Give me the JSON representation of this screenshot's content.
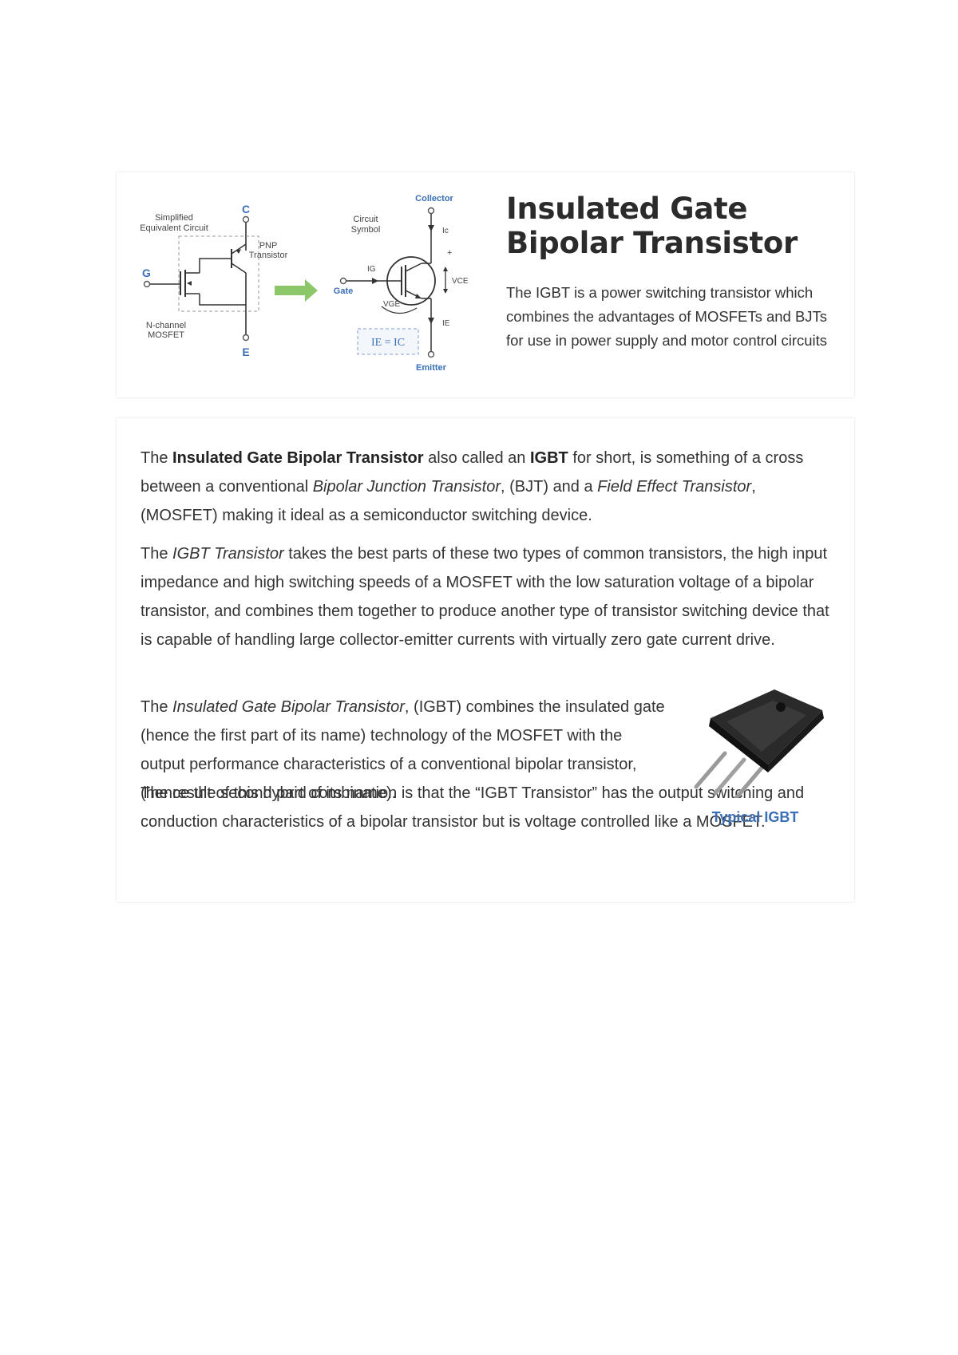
{
  "hero": {
    "title": "Insulated Gate Bipolar Transistor",
    "description": "The IGBT is a power switching transistor which combines the advantages of MOSFETs and BJTs for use in power supply and motor control circuits",
    "diagram": {
      "simplified_label_1": "Simplified",
      "simplified_label_2": "Equivalent Circuit",
      "c_label": "C",
      "g_label": "G",
      "e_label": "E",
      "pnp_label_1": "PNP",
      "pnp_label_2": "Transistor",
      "mosfet_label_1": "N-channel",
      "mosfet_label_2": "MOSFET",
      "circuit_label_1": "Circuit",
      "circuit_label_2": "Symbol",
      "collector_label": "Collector",
      "emitter_label": "Emitter",
      "gate_label": "Gate",
      "ic_label": "Ic",
      "ig_label": "IG",
      "ie_label": "IE",
      "vce_label": "VCE",
      "vge_label": "VGE",
      "plus_label": "+",
      "equation": "IE = IC",
      "colors": {
        "accent": "#3b6fb6",
        "arrow": "#8cc86a"
      }
    }
  },
  "article": {
    "p1": {
      "t1": "The ",
      "b1": "Insulated Gate Bipolar Transistor",
      "t2": " also called an ",
      "b2": "IGBT",
      "t3": " for short, is something of a cross between a conventional ",
      "i1": "Bipolar Junction Transistor",
      "t4": ", (BJT) and a ",
      "i2": "Field Effect Transistor",
      "t5": ", (MOSFET) making it ideal as a semiconductor switching device."
    },
    "p2": {
      "t1": "The ",
      "i1": "IGBT Transistor",
      "t2": " takes the best parts of these two types of common transistors, the high input impedance and high switching speeds of a MOSFET with the low saturation voltage of a bipolar transistor, and combines them together to produce another type of transistor switching device that is capable of handling large collector-emitter currents with virtually zero gate current drive."
    },
    "p3": {
      "t1": "The ",
      "i1": "Insulated Gate Bipolar Transistor",
      "t2": ", (IGBT) combines the insulated gate (hence the first part of its name) technology of the MOSFET with the output performance characteristics of a conventional bipolar transistor, (hence the second part of its name)."
    },
    "p4": {
      "t1": "The result of this hybrid combination is that the “IGBT Transistor” has the output switching and conduction characteristics of a bipolar transistor but is voltage controlled like a MOSFET."
    },
    "figure": {
      "caption": "Typical IGBT"
    }
  }
}
